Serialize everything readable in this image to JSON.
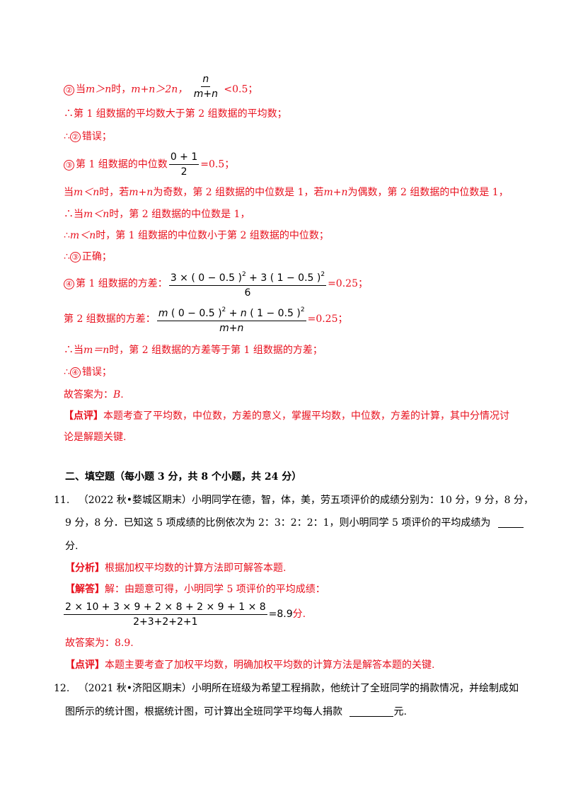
{
  "solution_part1": {
    "s2_circle": "②",
    "s2_pre": "当",
    "s2_mn": "m＞n",
    "s2_mid": "时，",
    "s2_cond": "m+n＞2n，",
    "s2_frac_num": "n",
    "s2_frac_den": "m+n",
    "s2_after": " <0.5；",
    "line2": "∴第 1 组数据的平均数大于第 2 组数据的平均数；",
    "line3_pre": "∴",
    "line3_circle": "②",
    "line3_post": "错误；",
    "s3_circle": "③",
    "s3_text": "第 1 组数据的中位数",
    "s3_frac_num": "0 + 1",
    "s3_frac_den": "2",
    "s3_after": "=0.5；",
    "line5_a": "当",
    "line5_mn": "m＜n",
    "line5_b": "时，若",
    "line5_mpn": "m+n",
    "line5_c": "为奇数，第 2 组数据的中位数是 1，若",
    "line5_mpn2": "m+n",
    "line5_d": "为偶数，第 2 组数据的中位数是 1，",
    "line6_a": "∴当",
    "line6_mn": "m＜n",
    "line6_b": "时，第 2 组数据的中位数是 1，",
    "line7_a": "∴",
    "line7_mn": "m＜n",
    "line7_b": "时，第 1 组数据的中位数小于第 2 组数据的中位数；",
    "line8_pre": "∴",
    "line8_circle": "③",
    "line8_post": "正确；",
    "s4_circle": "④",
    "s4_text": "第 1 组数据的方差：",
    "s4_after": "=0.25；",
    "var2_text": "第 2 组数据的方差：",
    "var2_den": "m+n",
    "var2_after": "=0.25；",
    "line11_a": "∴当",
    "line11_mn": "m＝n",
    "line11_b": "时，第 2 组数据的方差等于第 1 组数据的方差；",
    "line12_pre": "∴",
    "line12_circle": "④",
    "line12_post": "错误；",
    "answer_pre": "故答案为：",
    "answer_val": "B",
    "answer_post": ".",
    "comment_tag": "【点评】",
    "comment_line1": "本题考查了平均数，中位数，方差的意义，掌握平均数，中位数，方差的计算，其中分情况讨",
    "comment_line2": "论是解题关键."
  },
  "section2_title": "二、填空题（每小题 3 分，共 8 个小题，共 24 分）",
  "q11": {
    "number": "11.",
    "line1": "（2022 秋•婺城区期末）小明同学在德，智，体，美，劳五项评价的成绩分别为：10 分，9 分，8 分，",
    "line2": "9 分，8 分．已知这 5 项成绩的比例依次为 2：3：2：2：1，则小明同学 5 项评价的平均成绩为",
    "line3": "分.",
    "analysis_tag": "【分析】",
    "analysis": "根据加权平均数的计算方法即可解答本题.",
    "solution_tag": "【解答】",
    "solution": "解：由题意可得，小明同学 5 项评价的平均成绩：",
    "frac_num": "2 × 10 + 3 × 9 + 2 × 8 + 2 × 9 + 1 × 8",
    "frac_den": "2+3+2+2+1",
    "frac_result": "=8.9",
    "frac_unit": "分.",
    "answer": "故答案为：8.9.",
    "comment_tag": "【点评】",
    "comment": "本题主要考查了加权平均数，明确加权平均数的计算方法是解答本题的关键."
  },
  "q12": {
    "number": "12.",
    "line1": "（2021 秋•济阳区期末）小明所在班级为希望工程捐款，他统计了全班同学的捐款情况，并绘制成如",
    "line2": "图所示的统计图，根据统计图，可计算出全班同学平均每人捐款",
    "line2_end": "元."
  },
  "colors": {
    "answer_red": "#e8101d",
    "text_black": "#000000"
  }
}
